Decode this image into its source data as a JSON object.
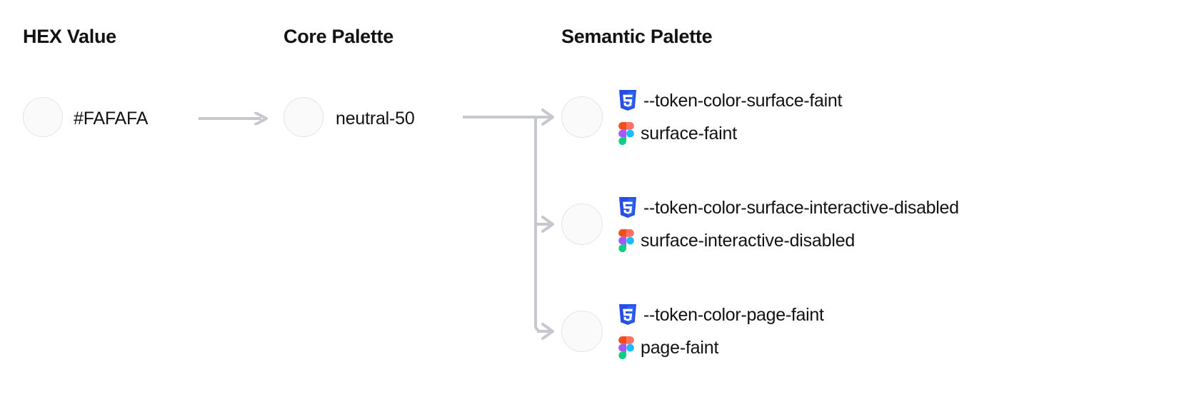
{
  "columns": {
    "hex": {
      "header": "HEX Value"
    },
    "core": {
      "header": "Core Palette"
    },
    "semantic": {
      "header": "Semantic Palette"
    }
  },
  "hex": {
    "value": "#FAFAFA",
    "swatch_color": "#FAFAFA"
  },
  "core": {
    "value": "neutral-50",
    "swatch_color": "#FAFAFA"
  },
  "semantic_tokens": [
    {
      "css_token": "--token-color-surface-faint",
      "figma_token": "surface-faint",
      "swatch_color": "#FAFAFA"
    },
    {
      "css_token": "--token-color-surface-interactive-disabled",
      "figma_token": "surface-interactive-disabled",
      "swatch_color": "#FAFAFA"
    },
    {
      "css_token": "--token-color-page-faint",
      "figma_token": "page-faint",
      "swatch_color": "#FAFAFA"
    }
  ],
  "icons": {
    "css": "css3-icon",
    "figma": "figma-icon",
    "arrow": "arrow-right-icon"
  },
  "colors": {
    "text": "#111214",
    "connector": "#C5C8CF",
    "swatch_border": "#E4E4E7",
    "css_shield": "#264DE4",
    "css_shield_light": "#2965F1",
    "figma_orange": "#F24E1E",
    "figma_purple": "#A259FF",
    "figma_blue": "#1ABCFE",
    "figma_green": "#0ACF83",
    "background": "#FFFFFF"
  }
}
